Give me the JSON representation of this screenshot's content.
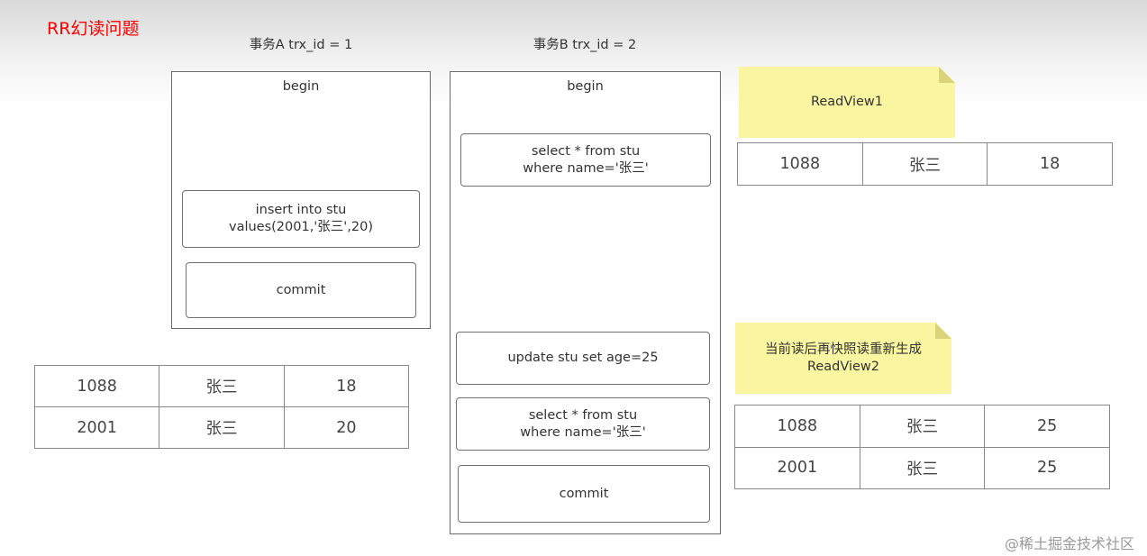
{
  "title": "RR幻读问题",
  "txA": {
    "label": "事务A trx_id = 1",
    "begin": "begin",
    "insert": "insert into stu\nvalues(2001,'张三',20)",
    "commit": "commit"
  },
  "txB": {
    "label": "事务B trx_id = 2",
    "begin": "begin",
    "select1": "select * from stu\nwhere name='张三'",
    "update": "update stu set age=25",
    "select2": "select * from stu\nwhere name='张三'",
    "commit": "commit"
  },
  "tableA": [
    [
      "1088",
      "张三",
      "18"
    ],
    [
      "2001",
      "张三",
      "20"
    ]
  ],
  "readview1": {
    "note": "ReadView1",
    "rows": [
      [
        "1088",
        "张三",
        "18"
      ]
    ]
  },
  "readview2": {
    "note": "当前读后再快照读重新生成\nReadView2",
    "rows": [
      [
        "1088",
        "张三",
        "25"
      ],
      [
        "2001",
        "张三",
        "25"
      ]
    ]
  },
  "watermark": "@稀土掘金技术社区",
  "colors": {
    "title": "#ff0000",
    "note": "#faf5a0",
    "note_fold": "#d9d47a"
  }
}
